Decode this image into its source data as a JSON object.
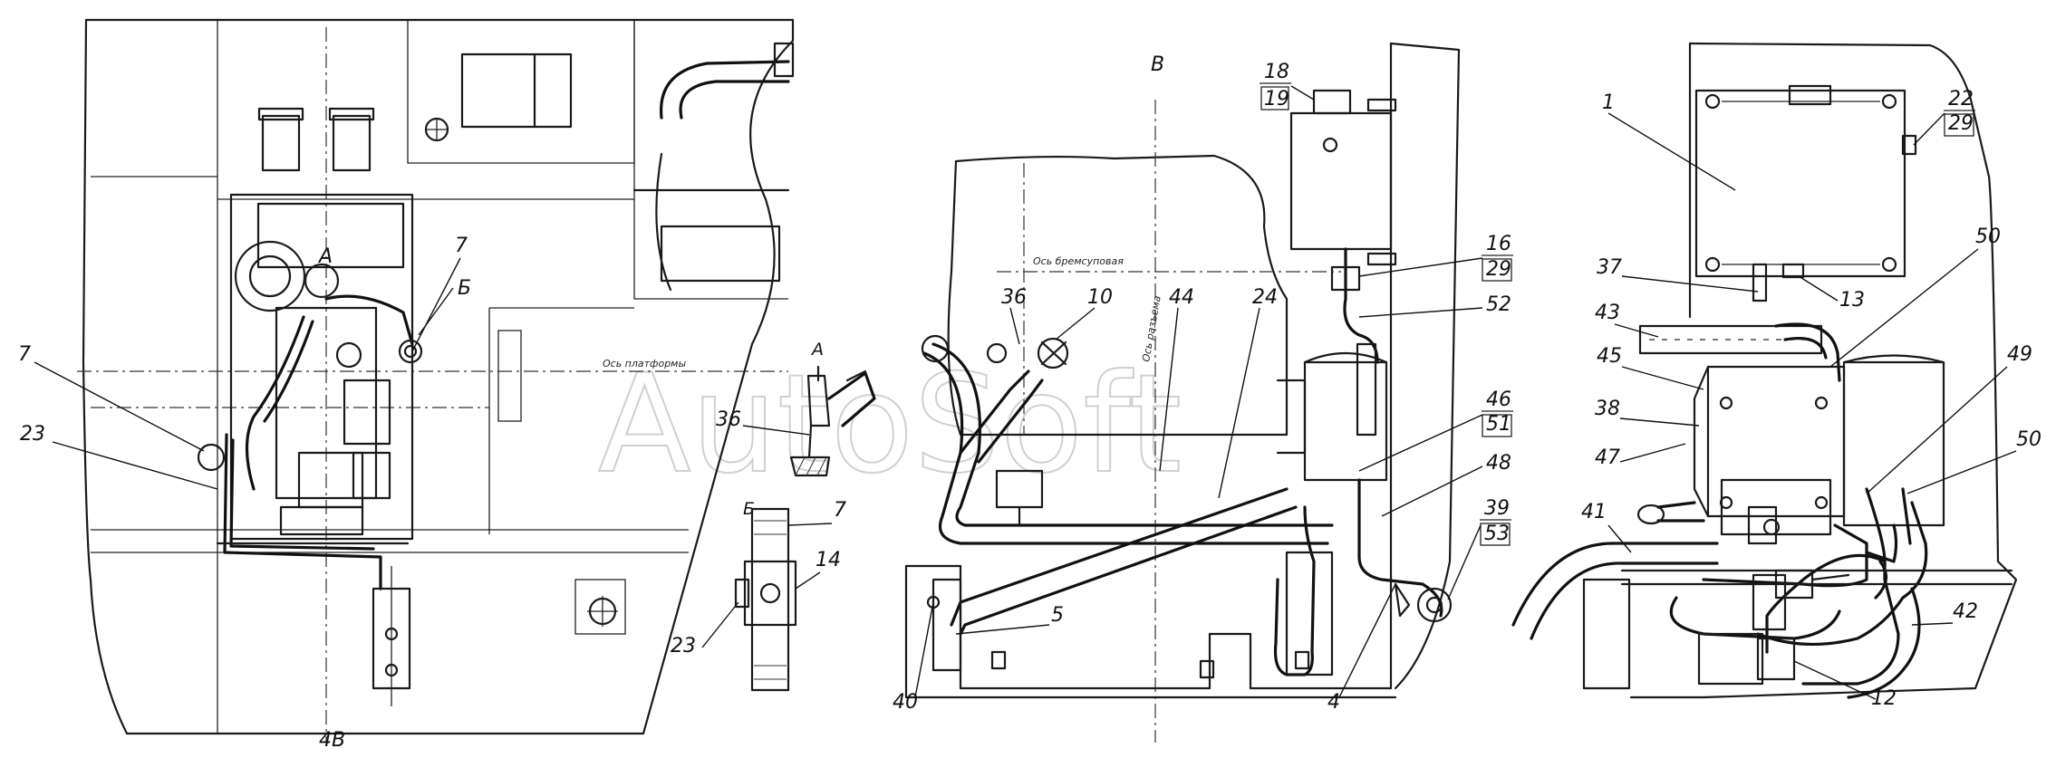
{
  "watermark": "AutoSoft",
  "views": {
    "main_bottom_label": "4В",
    "detail_a_label": "А",
    "detail_b_label": "Б",
    "view_v_label": "В",
    "inline_a": "А",
    "inline_b": "Б"
  },
  "axis_labels": {
    "left_axis": "Ось платформы",
    "brake_axis": "Ось бремсуповая",
    "center_axis": "Ось разъема"
  },
  "callouts": {
    "c7_top": "7",
    "c7_left": "7",
    "c23_left": "23",
    "c36_detail": "36",
    "c7_detailb": "7",
    "c14": "14",
    "c23_detailb": "23",
    "c36": "36",
    "c10": "10",
    "c44": "44",
    "c24": "24",
    "c18": "18",
    "c19": "19",
    "c16": "16",
    "c29_a": "29",
    "c52": "52",
    "c46": "46",
    "c51": "51",
    "c48": "48",
    "c39": "39",
    "c53": "53",
    "c5": "5",
    "c40": "40",
    "c4": "4",
    "c1": "1",
    "c22": "22",
    "c29_b": "29",
    "c37": "37",
    "c13": "13",
    "c50_top": "50",
    "c43": "43",
    "c45": "45",
    "c38": "38",
    "c47": "47",
    "c49": "49",
    "c50_right": "50",
    "c41": "41",
    "c42": "42",
    "c12": "12"
  }
}
